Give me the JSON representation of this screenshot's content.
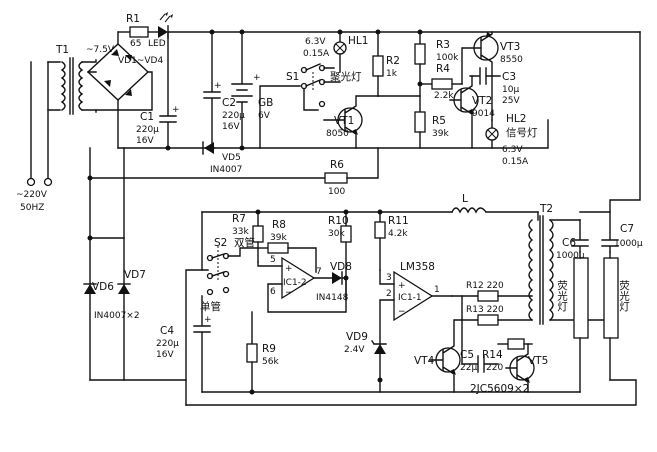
{
  "labels": {
    "t1": "T1",
    "t1_sec": "~7.5V",
    "r1": "R1",
    "r1_val": "65",
    "led": "LED",
    "vd1_4": "VD1~VD4",
    "c1": "C1",
    "c1_v1": "220μ",
    "c1_v2": "16V",
    "c2": "C2",
    "c2_v1": "220μ",
    "c2_v2": "16V",
    "gb": "GB",
    "gb_v": "6V",
    "vd5": "VD5",
    "vd5_type": "IN4007",
    "hl1_v": "6.3V",
    "hl1_a": "0.15A",
    "hl1": "HL1",
    "s1": "S1",
    "spot_lamp": "聚光灯",
    "r2": "R2",
    "r2_val": "1k",
    "vt1": "VT1",
    "vt1_type": "8050",
    "r3": "R3",
    "r3_val": "100k",
    "r4": "R4",
    "r4_val": "2.2k",
    "r5": "R5",
    "r5_val": "39k",
    "vt3": "VT3",
    "vt3_type": "8550",
    "vt2": "VT2",
    "vt2_type": "9014",
    "c3": "C3",
    "c3_v1": "10μ",
    "c3_v2": "25V",
    "hl2": "HL2",
    "signal_lamp": "信号灯",
    "hl2_v": "6.3V",
    "hl2_a": "0.15A",
    "r6": "R6",
    "r6_val": "100",
    "mains_v": "~220V",
    "mains_f": "50HZ",
    "vd6": "VD6",
    "vd7": "VD7",
    "vd67_type": "IN4007×2",
    "r7": "R7",
    "r7_val": "33k",
    "r8": "R8",
    "r8_val": "39k",
    "r10": "R10",
    "r10_val": "30k",
    "r11": "R11",
    "r11_val": "4.2k",
    "l": "L",
    "t2": "T2",
    "s2": "S2",
    "dual_tube": "双管",
    "single_tube": "单管",
    "ic1_2": "IC1-2",
    "ic1_1": "IC1-1",
    "vd8": "VD8",
    "vd8_type": "IN4148",
    "lm358": "LM358",
    "pin_plus": "+",
    "pin_minus": "−",
    "pin5": "5",
    "pin6": "6",
    "pin7": "7",
    "pin3": "3",
    "pin2": "2",
    "pin1": "1",
    "c4": "C4",
    "c4_v1": "220μ",
    "c4_v2": "16V",
    "r9": "R9",
    "r9_val": "56k",
    "vd9": "VD9",
    "vd9_v": "2.4V",
    "r12": "R12 220",
    "r13": "R13 220",
    "r14": "R14",
    "r14_val": "220",
    "c5": "C5",
    "c5_val": "22μ",
    "vt4": "VT4",
    "vt5": "VT5",
    "vt45_type": "2JC5609×2",
    "c6": "C6",
    "c6_val": "1000μ",
    "c7": "C7",
    "c7_val": "1000μ",
    "fluor_lamp": "荧光灯"
  }
}
